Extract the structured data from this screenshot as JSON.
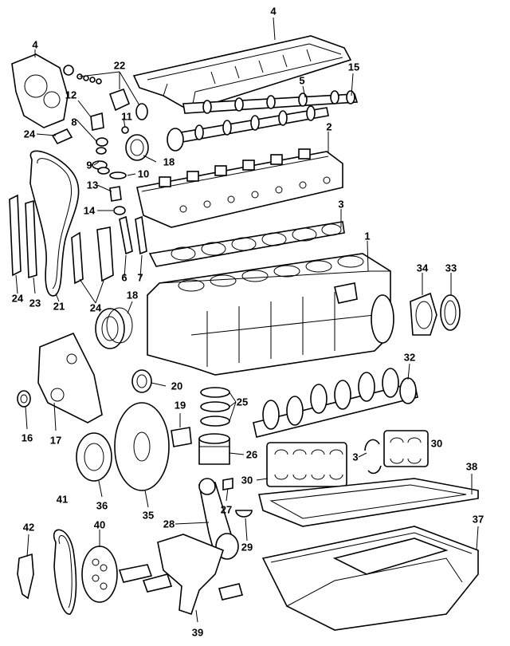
{
  "diagram": {
    "callouts": [
      {
        "id": "c4a",
        "text": "4"
      },
      {
        "id": "c4b",
        "text": "4"
      },
      {
        "id": "c22",
        "text": "22"
      },
      {
        "id": "c15",
        "text": "15"
      },
      {
        "id": "c5",
        "text": "5"
      },
      {
        "id": "c12",
        "text": "12"
      },
      {
        "id": "c8",
        "text": "8"
      },
      {
        "id": "c11",
        "text": "11"
      },
      {
        "id": "c24a",
        "text": "24"
      },
      {
        "id": "c18a",
        "text": "18"
      },
      {
        "id": "c2",
        "text": "2"
      },
      {
        "id": "c9",
        "text": "9"
      },
      {
        "id": "c10",
        "text": "10"
      },
      {
        "id": "c13",
        "text": "13"
      },
      {
        "id": "c14",
        "text": "14"
      },
      {
        "id": "c3a",
        "text": "3"
      },
      {
        "id": "c1",
        "text": "1"
      },
      {
        "id": "c6",
        "text": "6"
      },
      {
        "id": "c7",
        "text": "7"
      },
      {
        "id": "c34",
        "text": "34"
      },
      {
        "id": "c33",
        "text": "33"
      },
      {
        "id": "c24b",
        "text": "24"
      },
      {
        "id": "c23",
        "text": "23"
      },
      {
        "id": "c21",
        "text": "21"
      },
      {
        "id": "c24c",
        "text": "24"
      },
      {
        "id": "c18b",
        "text": "18"
      },
      {
        "id": "c32",
        "text": "32"
      },
      {
        "id": "c20",
        "text": "20"
      },
      {
        "id": "c25",
        "text": "25"
      },
      {
        "id": "c19",
        "text": "19"
      },
      {
        "id": "c16",
        "text": "16"
      },
      {
        "id": "c17",
        "text": "17"
      },
      {
        "id": "c3b",
        "text": "3"
      },
      {
        "id": "c30a",
        "text": "30"
      },
      {
        "id": "c26",
        "text": "26"
      },
      {
        "id": "c30b",
        "text": "30"
      },
      {
        "id": "c38",
        "text": "38"
      },
      {
        "id": "c36",
        "text": "36"
      },
      {
        "id": "c35",
        "text": "35"
      },
      {
        "id": "c27",
        "text": "27"
      },
      {
        "id": "c41",
        "text": "41"
      },
      {
        "id": "c28",
        "text": "28"
      },
      {
        "id": "c40",
        "text": "40"
      },
      {
        "id": "c37",
        "text": "37"
      },
      {
        "id": "c42",
        "text": "42"
      },
      {
        "id": "c29",
        "text": "29"
      },
      {
        "id": "c39",
        "text": "39"
      }
    ]
  }
}
